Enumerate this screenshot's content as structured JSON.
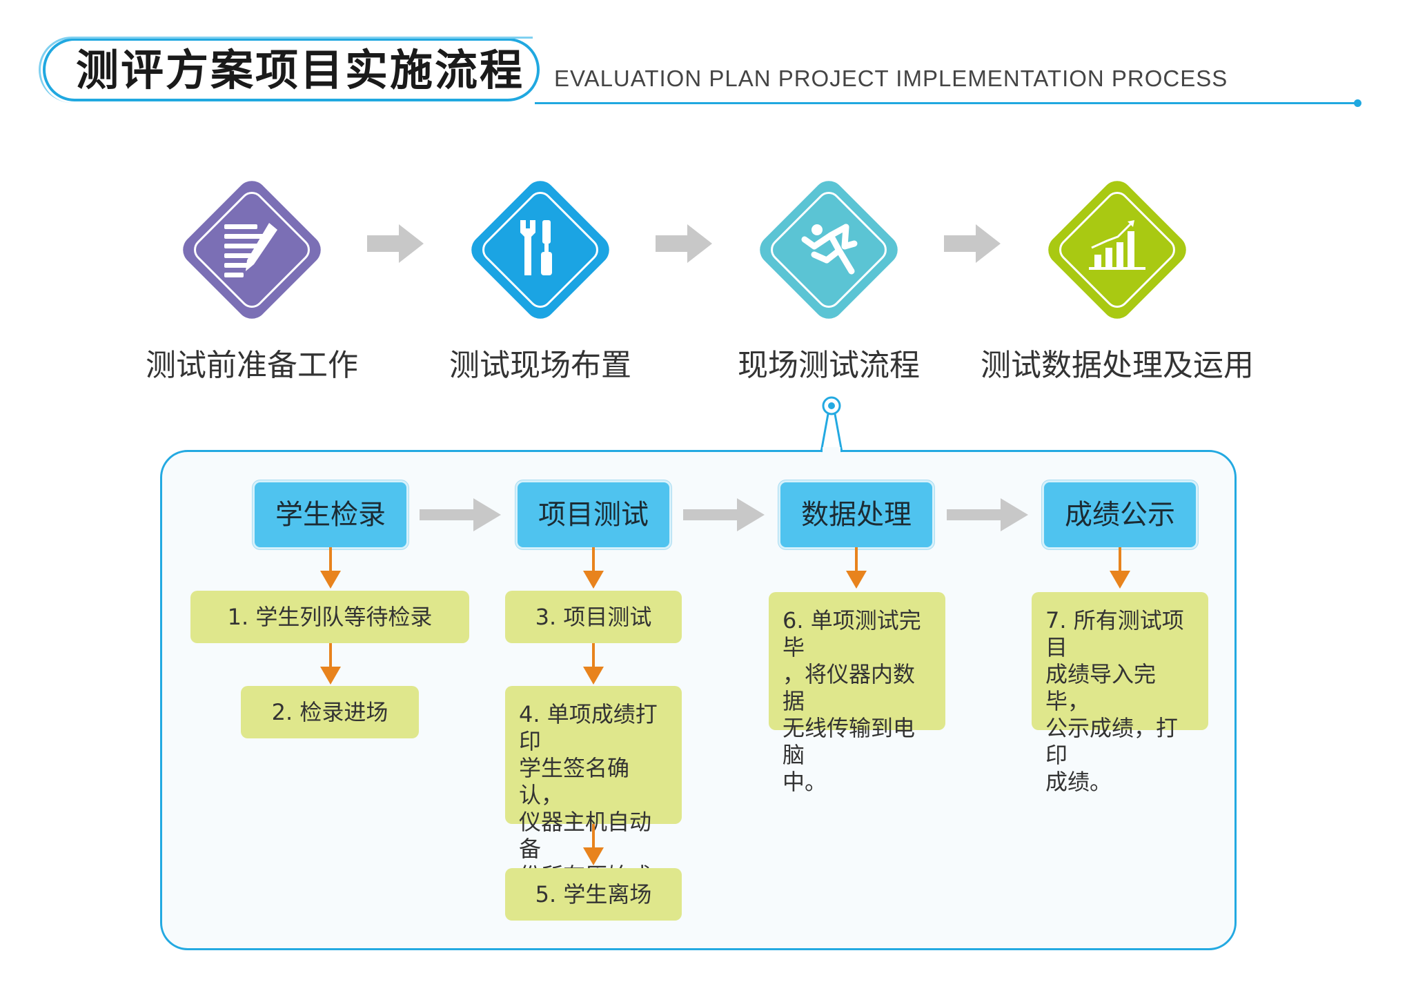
{
  "header": {
    "title": "测评方案项目实施流程",
    "subtitle": "EVALUATION PLAN PROJECT IMPLEMENTATION PROCESS"
  },
  "phases": [
    {
      "label": "测试前准备工作",
      "icon": "document-pen-icon",
      "color": "#7b6fb5"
    },
    {
      "label": "测试现场布置",
      "icon": "tools-icon",
      "color": "#1ba4e3"
    },
    {
      "label": "现场测试流程",
      "icon": "runner-icon",
      "color": "#5bc4d4"
    },
    {
      "label": "测试数据处理及运用",
      "icon": "bar-chart-icon",
      "color": "#a9c912"
    }
  ],
  "steps": [
    {
      "label": "学生检录"
    },
    {
      "label": "项目测试"
    },
    {
      "label": "数据处理"
    },
    {
      "label": "成绩公示"
    }
  ],
  "notes": {
    "n1": "1. 学生列队等待检录",
    "n2": "2. 检录进场",
    "n3": "3. 项目测试",
    "n4": "4. 单项成绩打印\n学生签名确认，\n仪器主机自动备\n份所有原始成绩。",
    "n5": "5. 学生离场",
    "n6": "6. 单项测试完毕\n，将仪器内数据\n无线传输到电脑\n中。",
    "n7": "7. 所有测试项目\n成绩导入完毕，\n公示成绩，打印\n成绩。"
  },
  "colors": {
    "accent": "#20a8e0",
    "step_box": "#4fc3ef",
    "note_bg": "#dfe78c",
    "orange_arrow": "#e8831d",
    "gray_arrow": "#c8c8c8"
  }
}
